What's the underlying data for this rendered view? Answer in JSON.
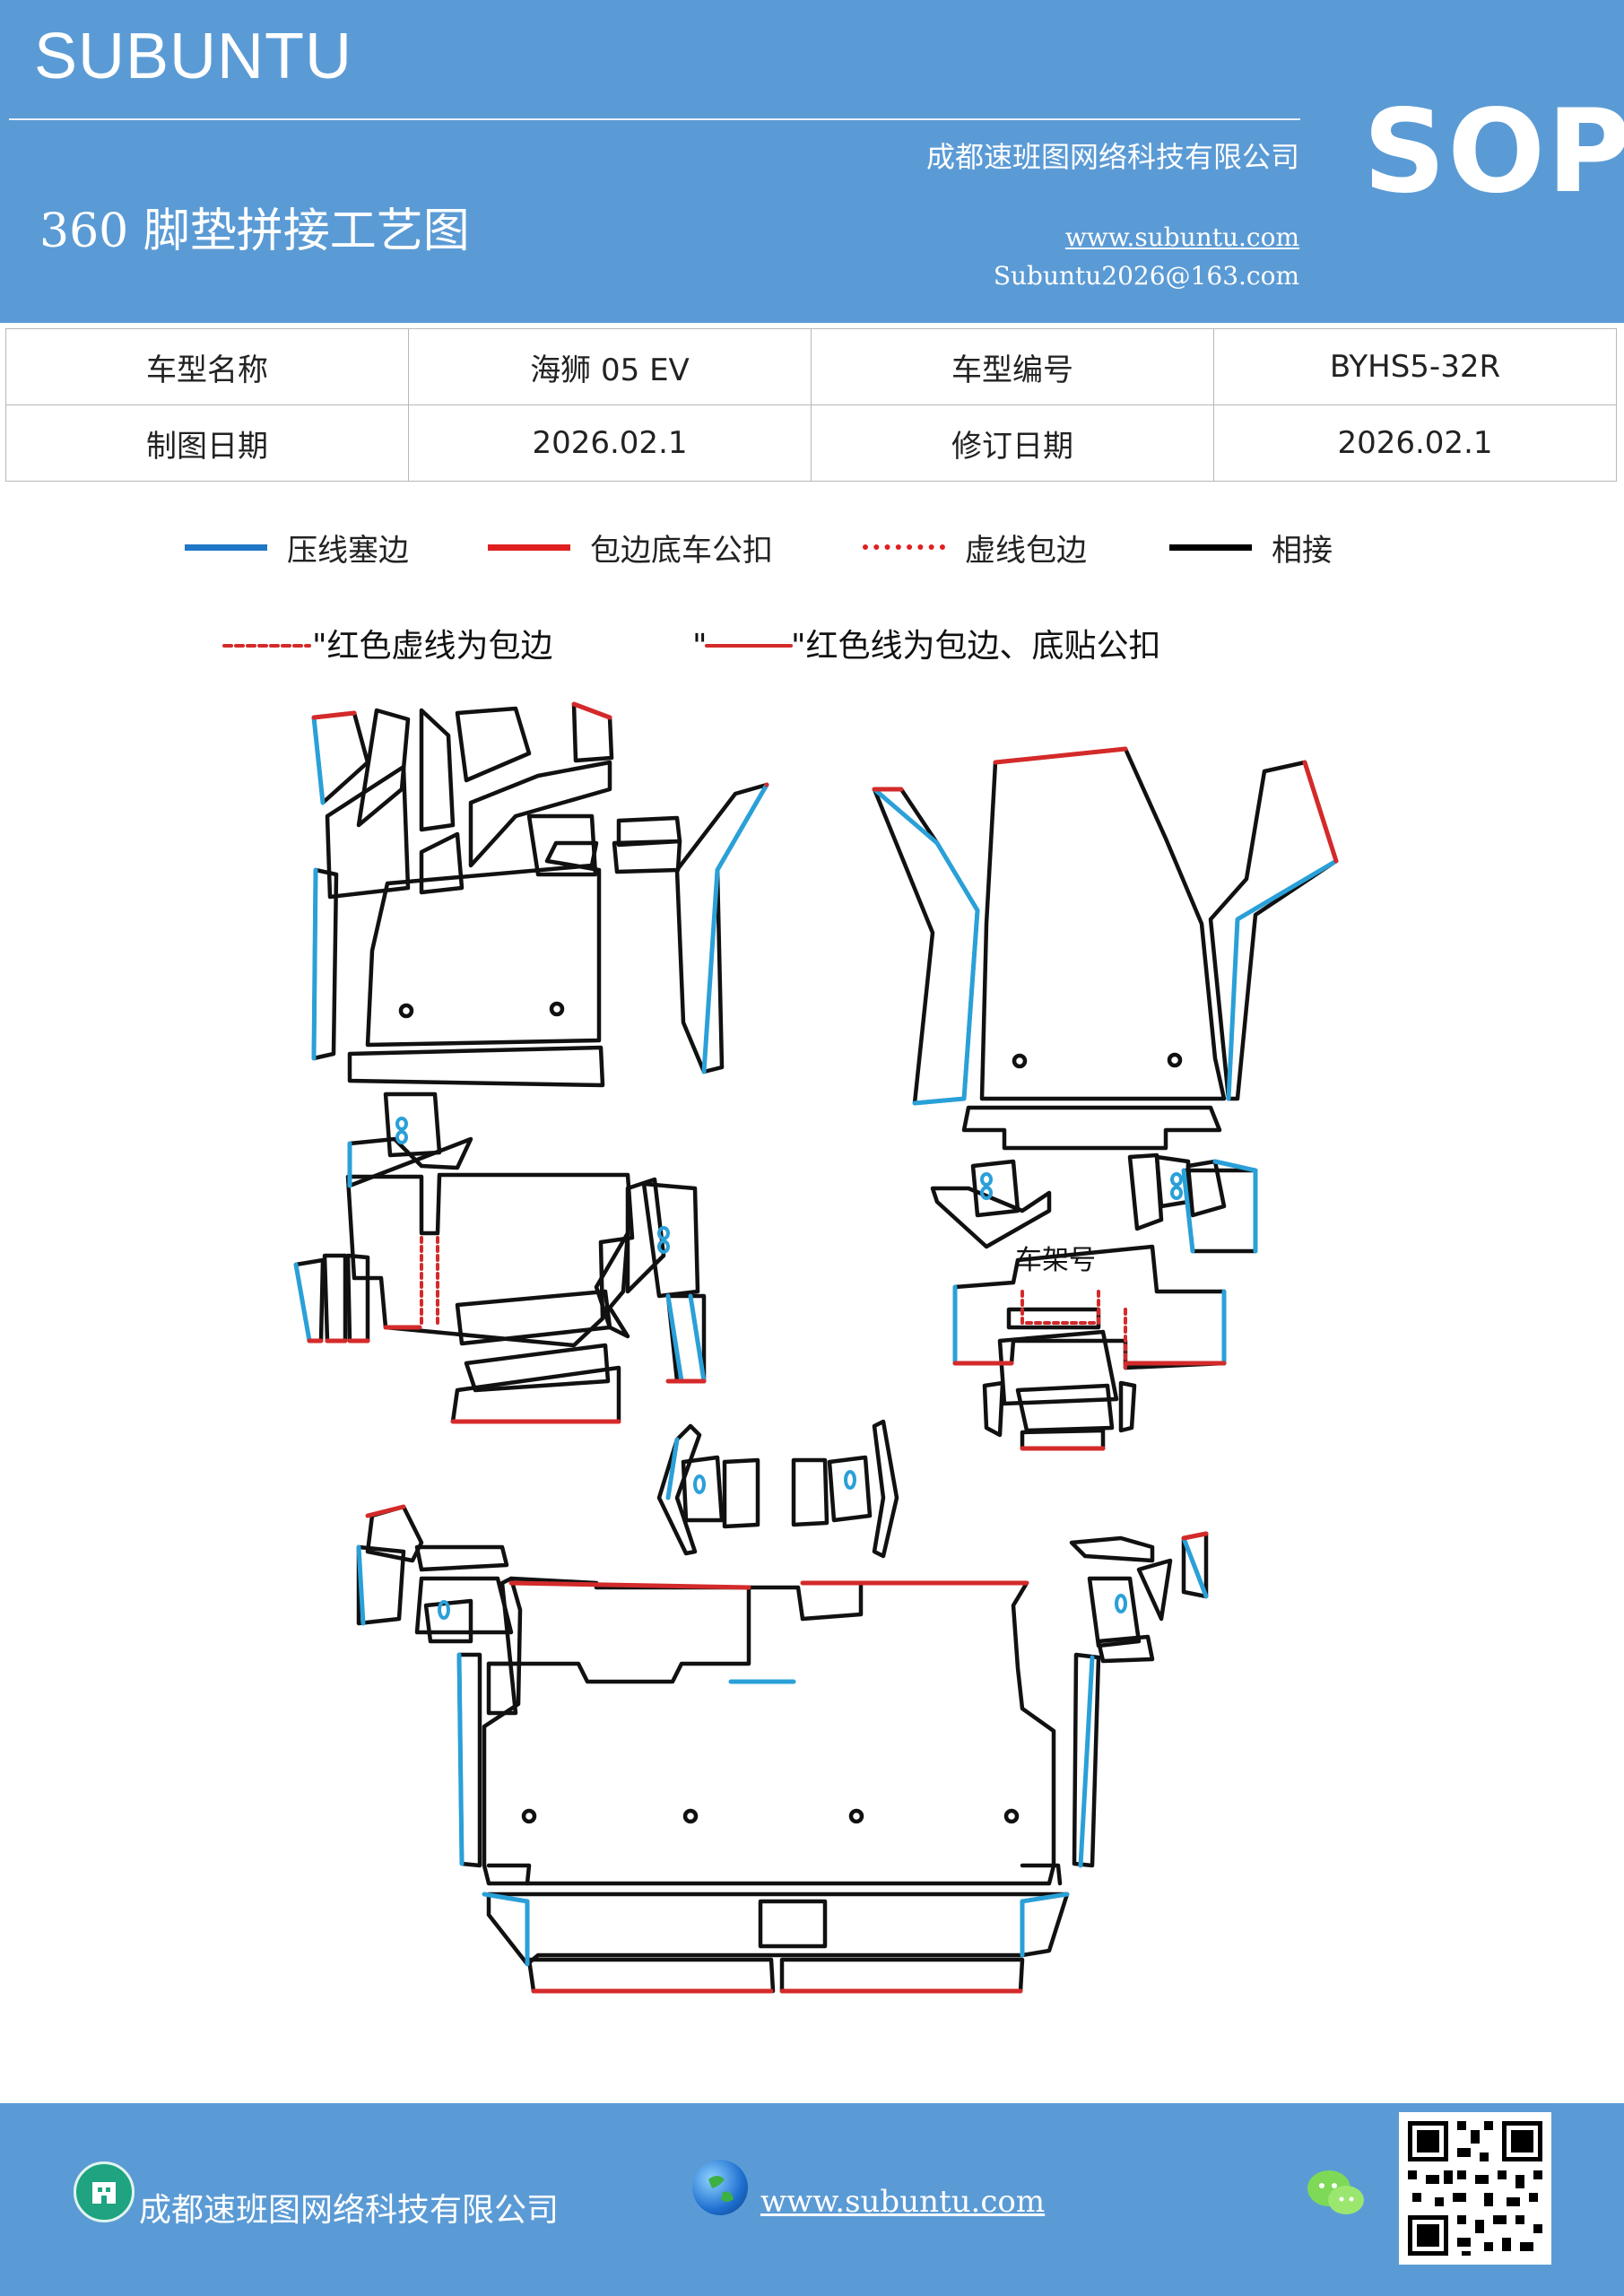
{
  "header": {
    "brand": "SUBUNTU",
    "company": "成都速班图网络科技有限公司",
    "sop": "SOP",
    "title": "360 脚垫拼接工艺图",
    "website": "www.subuntu.com",
    "email": "Subuntu2026@163.com"
  },
  "info_table": {
    "rows": [
      {
        "k1": "车型名称",
        "v1": "海狮 05  EV",
        "k2": "车型编号",
        "v2": "BYHS5-32R"
      },
      {
        "k1": "制图日期",
        "v1": "2026.02.1",
        "k2": "修订日期",
        "v2": "2026.02.1"
      }
    ]
  },
  "legend": [
    {
      "label": "压线塞边",
      "color": "#1f77c6",
      "style": "solid"
    },
    {
      "label": "包边底车公扣",
      "color": "#e02020",
      "style": "solid"
    },
    {
      "label": "虚线包边",
      "color": "#e02020",
      "style": "dotted"
    },
    {
      "label": "相接",
      "color": "#000000",
      "style": "solid"
    }
  ],
  "diagram": {
    "note_dashed": "\"红色虚线为包边",
    "note_solid_prefix": "\"",
    "note_solid": "\"红色线为包边、底贴公扣",
    "frame_label": "车架号"
  },
  "colors": {
    "header_bg": "#5b9bd5",
    "blue_edge": "#2aa0d8",
    "red_edge": "#d42a2a",
    "outline": "#111111"
  },
  "footer": {
    "company": "成都速班图网络科技有限公司",
    "website": "www.subuntu.com",
    "icons": [
      "building-icon",
      "globe-icon",
      "wechat-icon",
      "qr-code"
    ]
  }
}
